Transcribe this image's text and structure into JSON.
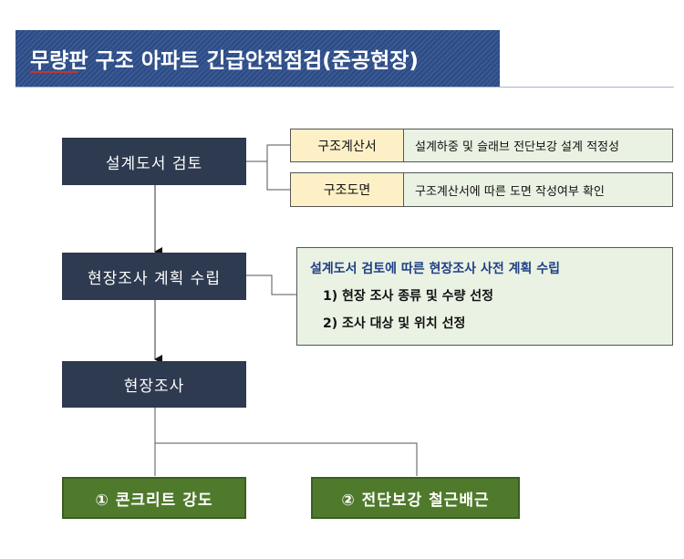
{
  "title": "무량판 구조 아파트 긴급안전점검(준공현장)",
  "steps": {
    "design_review": "설계도서 검토",
    "survey_plan": "현장조사 계획 수립",
    "site_survey": "현장조사"
  },
  "results": {
    "concrete": "① 콘크리트 강도",
    "shear": "② 전단보강 철근배근"
  },
  "review_items": [
    {
      "tag": "구조계산서",
      "desc": "설계하중 및 슬래브 전단보강 설계 적정성"
    },
    {
      "tag": "구조도면",
      "desc": "구조계산서에 따른 도면 작성여부 확인"
    }
  ],
  "plan_box": {
    "heading": "설계도서 검토에 따른 현장조사 사전 계획 수립",
    "items": [
      "1) 현장 조사 종류 및 수량 선정",
      "2) 조사 대상 및 위치 선정"
    ]
  },
  "colors": {
    "title_bg": "#2e4f8c",
    "step_bg": "#2d3a4f",
    "result_bg": "#4f7a2c",
    "tag_bg": "#fdf0c7",
    "desc_bg": "#eaf2e3",
    "plan_heading": "#1f3f86"
  }
}
